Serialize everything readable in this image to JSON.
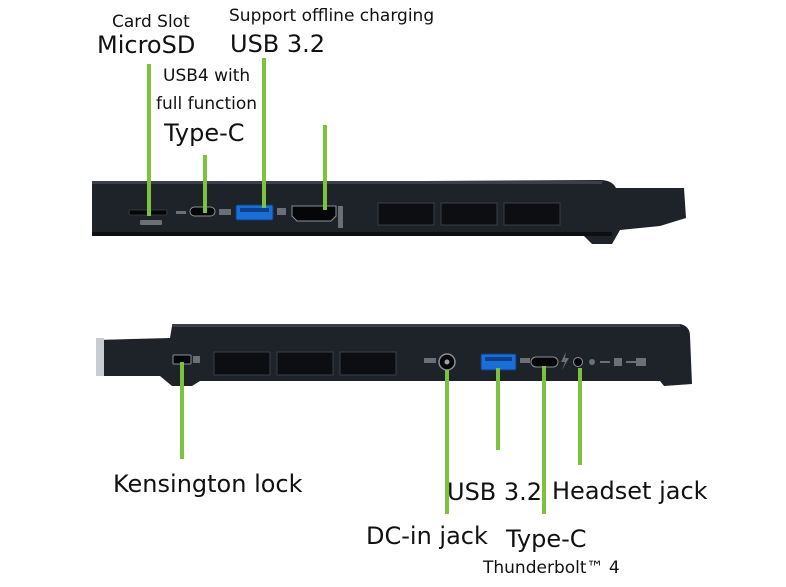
{
  "top_view": {
    "card_slot": {
      "caption": "Card Slot",
      "name": "MicroSD"
    },
    "type_c": {
      "caption_line1": "USB4 with",
      "caption_line2": "full function",
      "name": "Type-C"
    },
    "usb": {
      "caption": "Support offline charging",
      "name": "USB 3.2"
    }
  },
  "bottom_view": {
    "kensington": {
      "name": "Kensington lock"
    },
    "usb": {
      "name": "USB 3.2"
    },
    "headset": {
      "name": "Headset jack"
    },
    "dc_in": {
      "name": "DC-in jack"
    },
    "type_c": {
      "name": "Type-C",
      "caption": "Thunderbolt™ 4"
    }
  },
  "colors": {
    "leader": "#7cc23f",
    "chassis": "#1e2229",
    "port_blue": "#1a6fd6",
    "vent": "#0c0e12"
  }
}
